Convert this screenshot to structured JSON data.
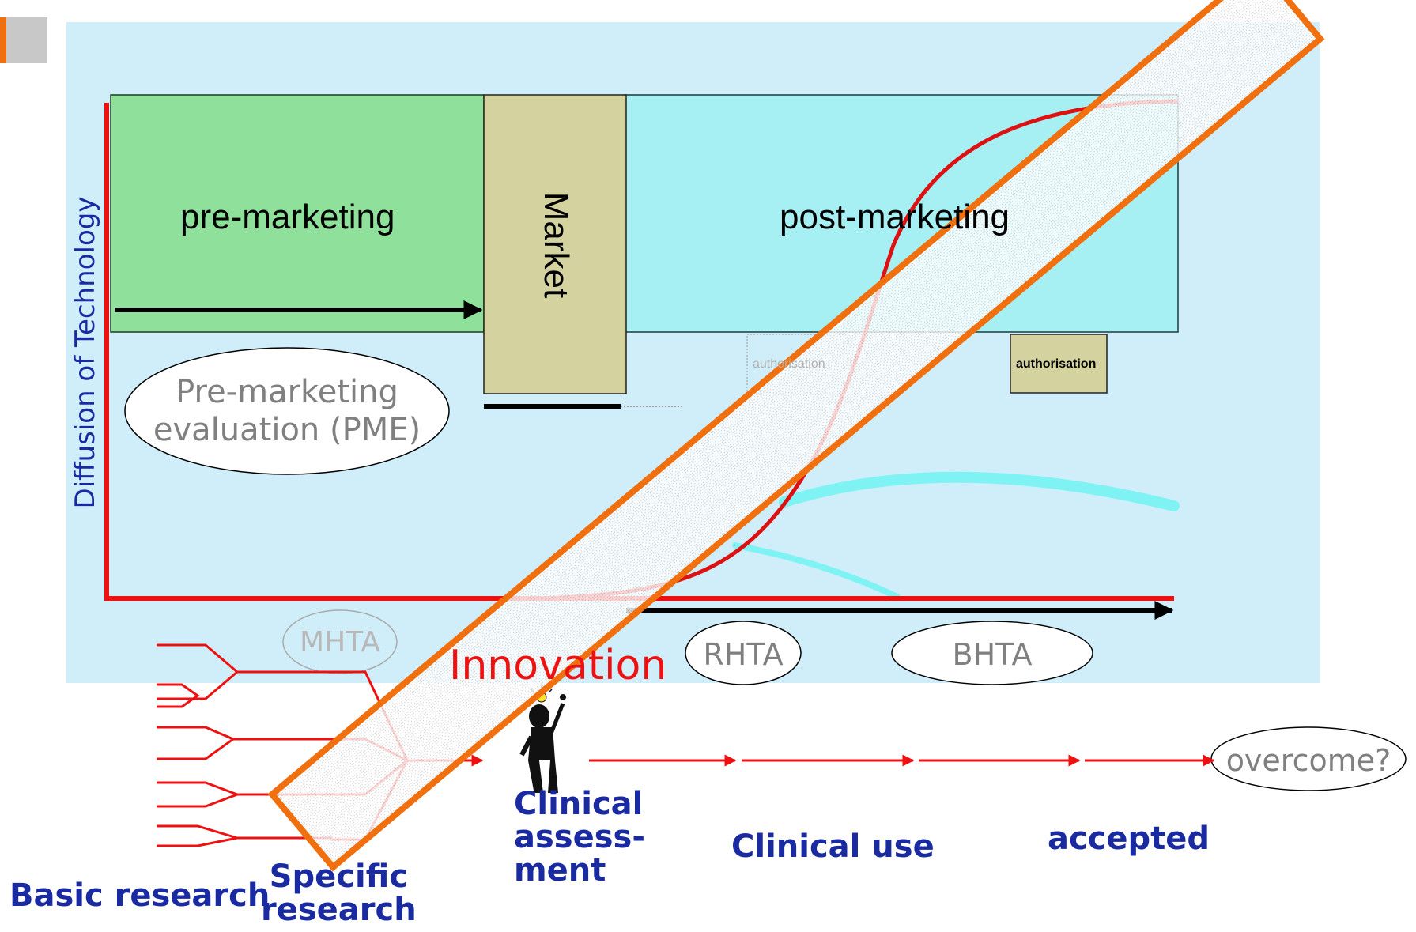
{
  "colors": {
    "panel_bg": "#cfeefa",
    "premarketing_green": "#8fe09a",
    "market_khaki": "#d4d3a0",
    "postmarketing_cyan": "#a6f0f4",
    "axis_red": "#ee1111",
    "banner_orange": "#f07010",
    "label_blue": "#1a2aa0",
    "corner_gray": "#c8c8c8",
    "corner_orange": "#f07010",
    "faint_cyan": "#7ff3f3"
  },
  "labels": {
    "y_axis": "Diffusion of Technology",
    "pre_marketing_box": "pre-marketing",
    "market_box": "Market",
    "post_marketing_box": "post-marketing",
    "authorisation_box": "authorisation",
    "authorisation_ghost": "authorisation",
    "pme": [
      "Pre-marketing",
      "evaluation (PME)"
    ],
    "mhta": "MHTA",
    "rhta": "RHTA",
    "bhta": "BHTA",
    "innovation": "Innovation",
    "overcome": "overcome?",
    "clinical_assessment": [
      "Clinical",
      "assess-",
      "ment"
    ],
    "clinical_use": "Clinical use",
    "accepted": "accepted",
    "basic_research": "Basic research",
    "specific_research": [
      "Specific",
      "research"
    ]
  }
}
